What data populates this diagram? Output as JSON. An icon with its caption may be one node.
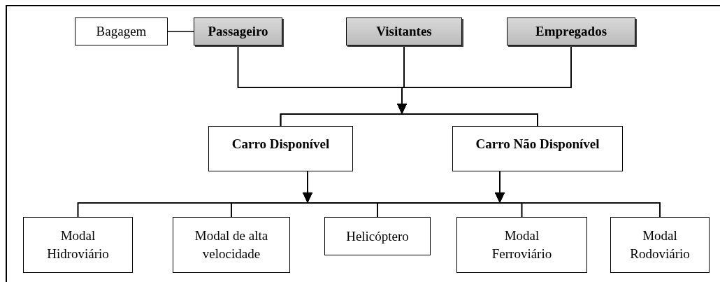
{
  "diagram": {
    "nodes": [
      {
        "text": [
          "Bagagem"
        ]
      },
      {
        "text": [
          "Passageiro"
        ]
      },
      {
        "text": [
          "Visitantes"
        ]
      },
      {
        "text": [
          "Empregados"
        ]
      },
      {
        "text": [
          "Carro Disponível"
        ]
      },
      {
        "text": [
          "Carro Não Disponível"
        ]
      },
      {
        "text": [
          "Modal Hidroviário"
        ]
      },
      {
        "text": [
          "Modal de alta velocidade"
        ]
      },
      {
        "text": [
          "Helicóptero"
        ]
      },
      {
        "text": [
          "Modal Ferroviário"
        ]
      },
      {
        "text": [
          "Modal Rodoviário"
        ]
      }
    ],
    "edges": [
      {
        "from": 0,
        "to": 1,
        "arrow": "none"
      },
      {
        "from": 1,
        "to": 4,
        "arrow": "to"
      },
      {
        "from": 1,
        "to": 5,
        "arrow": "to"
      },
      {
        "from": 2,
        "to": 4,
        "arrow": "to"
      },
      {
        "from": 2,
        "to": 5,
        "arrow": "to"
      },
      {
        "from": 3,
        "to": 4,
        "arrow": "to"
      },
      {
        "from": 3,
        "to": 5,
        "arrow": "to"
      },
      {
        "from": 4,
        "to": 6,
        "arrow": "to"
      },
      {
        "from": 4,
        "to": 7,
        "arrow": "to"
      },
      {
        "from": 4,
        "to": 8,
        "arrow": "to"
      },
      {
        "from": 4,
        "to": 9,
        "arrow": "to"
      },
      {
        "from": 4,
        "to": 10,
        "arrow": "to"
      },
      {
        "from": 5,
        "to": 6,
        "arrow": "to"
      },
      {
        "from": 5,
        "to": 7,
        "arrow": "to"
      },
      {
        "from": 5,
        "to": 8,
        "arrow": "to"
      },
      {
        "from": 5,
        "to": 9,
        "arrow": "to"
      },
      {
        "from": 5,
        "to": 10,
        "arrow": "to"
      }
    ]
  }
}
